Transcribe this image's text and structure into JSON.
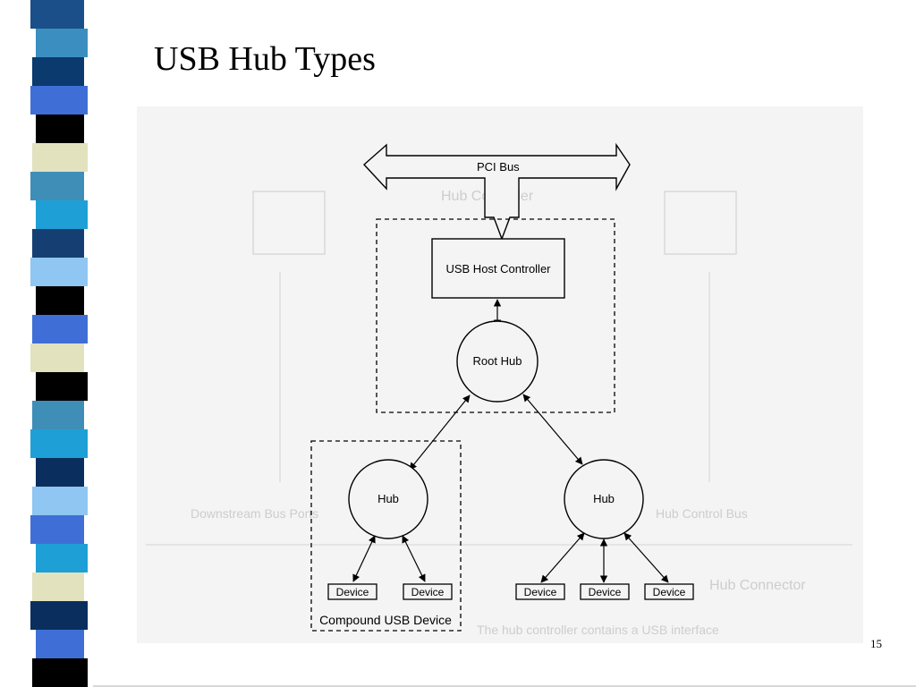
{
  "slide": {
    "title": "USB Hub Types",
    "page_number": "15"
  },
  "colors": {
    "stripe": [
      "#1a4f8a",
      "#3a8fc0",
      "#0a3a6e",
      "#3f6fd6",
      "#000000",
      "#e2e2bf",
      "#3f8eb8",
      "#1ea0d6",
      "#153f73",
      "#8fc6f2",
      "#000000",
      "#3f6fd6",
      "#e2e2bf",
      "#000000",
      "#3f8eb8",
      "#1ea0d6",
      "#0a2f5e",
      "#8fc6f2",
      "#3f6fd6",
      "#1ea0d6",
      "#e2e2bf",
      "#0a2f5e",
      "#3f6fd6",
      "#000000"
    ]
  },
  "diagram": {
    "pci_bus": "PCI Bus",
    "host_controller": "USB Host Controller",
    "root_hub": "Root Hub",
    "hub_left": "Hub",
    "hub_right": "Hub",
    "devices_left": [
      "Device",
      "Device"
    ],
    "devices_right": [
      "Device",
      "Device",
      "Device"
    ],
    "compound_label": "Compound USB Device",
    "bleed_through": {
      "hub_controller": "Hub Controller",
      "downstream_bus_ports": "Downstream Bus Ports",
      "hub_control_bus": "Hub Control Bus",
      "hub_connector": "Hub Connector",
      "body_text": "The hub controller contains a USB interface"
    }
  }
}
